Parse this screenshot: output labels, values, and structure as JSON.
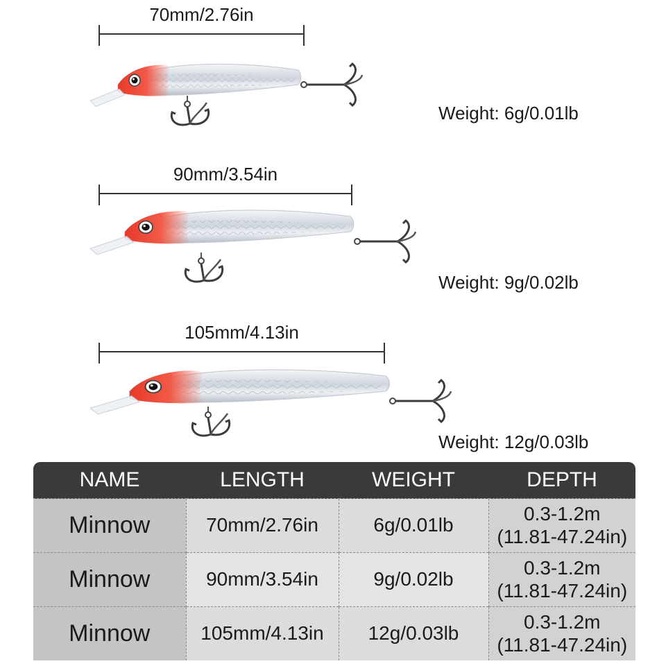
{
  "lures": [
    {
      "length_label": "70mm/2.76in",
      "weight_label": "Weight: 6g/0.01lb"
    },
    {
      "length_label": "90mm/3.54in",
      "weight_label": "Weight: 9g/0.02lb"
    },
    {
      "length_label": "105mm/4.13in",
      "weight_label": "Weight: 12g/0.03lb"
    }
  ],
  "colors": {
    "head_red": "#e8392a",
    "body_silver": "#dfe3e8",
    "header_bg": "#3a3a3a"
  },
  "table": {
    "headers": [
      "NAME",
      "LENGTH",
      "WEIGHT",
      "DEPTH"
    ],
    "rows": [
      {
        "name": "Minnow",
        "length": "70mm/2.76in",
        "weight": "6g/0.01lb",
        "depth_m": "0.3-1.2m",
        "depth_in": "(11.81-47.24in)"
      },
      {
        "name": "Minnow",
        "length": "90mm/3.54in",
        "weight": "9g/0.02lb",
        "depth_m": "0.3-1.2m",
        "depth_in": "(11.81-47.24in)"
      },
      {
        "name": "Minnow",
        "length": "105mm/4.13in",
        "weight": "12g/0.03lb",
        "depth_m": "0.3-1.2m",
        "depth_in": "(11.81-47.24in)"
      }
    ]
  }
}
